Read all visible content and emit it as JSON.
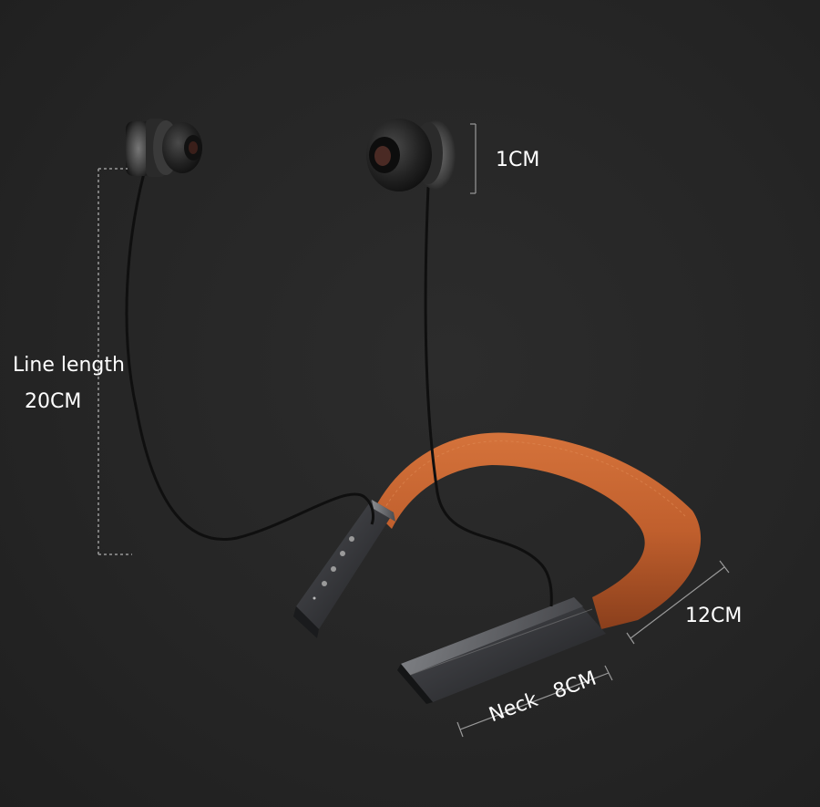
{
  "dimensions": {
    "line_length_label": "Line length",
    "line_length_value": "20CM",
    "earbud_tip_value": "1CM",
    "band_length_value": "12CM",
    "neck_label": "Neck",
    "neck_value": "8CM"
  },
  "colors": {
    "background": "#262626",
    "band": "#c4632f",
    "metal": "#3a3b3e",
    "cable": "#111111",
    "measure_line": "#9a9a9a",
    "text": "#ffffff"
  }
}
